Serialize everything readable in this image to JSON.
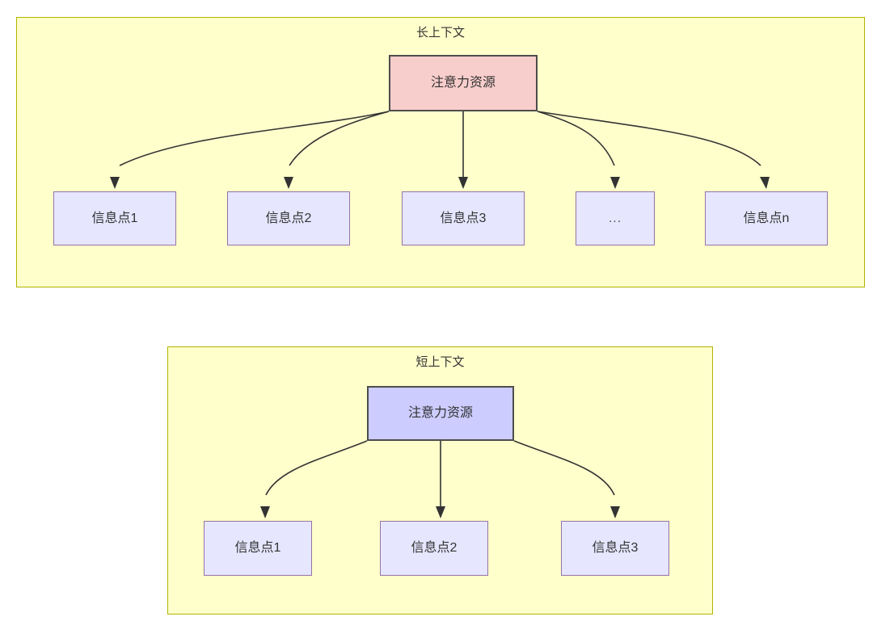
{
  "diagrams": [
    {
      "id": "long-context",
      "title": "长上下文",
      "root": {
        "label": "注意力资源",
        "fill": "#f8cecc",
        "stroke": "#4d4d4d"
      },
      "leaves": [
        {
          "label": "信息点1"
        },
        {
          "label": "信息点2"
        },
        {
          "label": "信息点3"
        },
        {
          "label": "..."
        },
        {
          "label": "信息点n"
        }
      ],
      "panel": {
        "fill": "#ffffcc",
        "stroke": "#b3b300"
      },
      "leaf_style": {
        "fill": "#e6e6ff",
        "stroke": "#9673a6"
      }
    },
    {
      "id": "short-context",
      "title": "短上下文",
      "root": {
        "label": "注意力资源",
        "fill": "#ccccff",
        "stroke": "#4d4d4d"
      },
      "leaves": [
        {
          "label": "信息点1"
        },
        {
          "label": "信息点2"
        },
        {
          "label": "信息点3"
        }
      ],
      "panel": {
        "fill": "#ffffcc",
        "stroke": "#b3b300"
      },
      "leaf_style": {
        "fill": "#e6e6ff",
        "stroke": "#9673a6"
      }
    }
  ]
}
